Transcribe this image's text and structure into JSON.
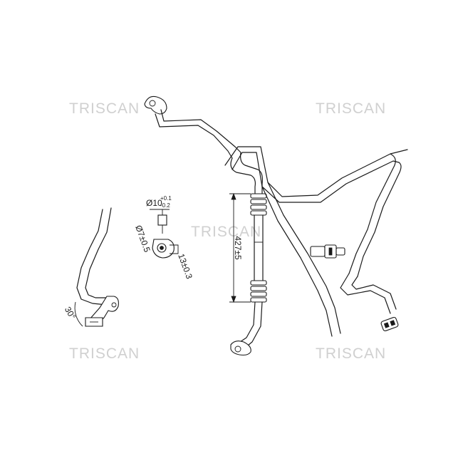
{
  "watermark": "TRISCAN",
  "dimensions": {
    "length": "427±5",
    "angle": "30°",
    "outer_diameter": "Ø10",
    "outer_tol_upper": "+0.1",
    "outer_tol_lower": "-0.2",
    "inner_diameter": "Ø7±0.5",
    "width": "13±0.3"
  }
}
